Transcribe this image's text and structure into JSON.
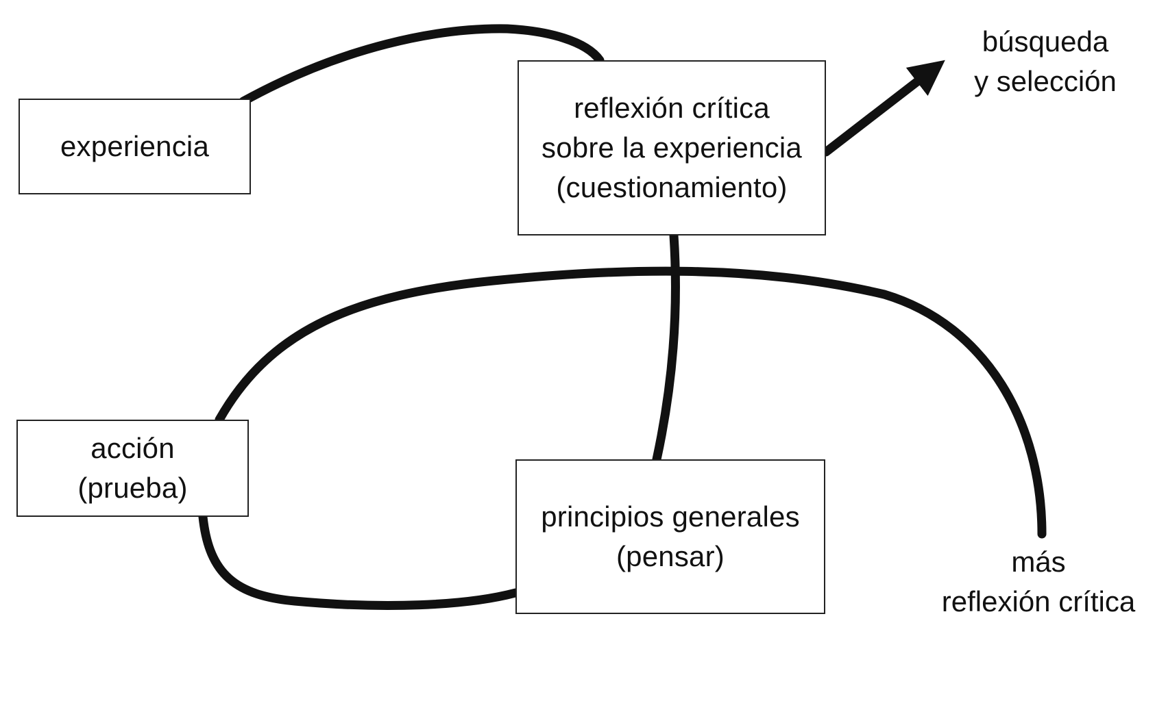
{
  "diagram": {
    "nodes": {
      "experiencia": {
        "lines": [
          "experiencia"
        ]
      },
      "reflexion": {
        "lines": [
          "reflexión crítica",
          "sobre la experiencia",
          "(cuestionamiento)"
        ]
      },
      "accion": {
        "lines": [
          "acción",
          "(prueba)"
        ]
      },
      "principios": {
        "lines": [
          "principios generales",
          "(pensar)"
        ]
      }
    },
    "labels": {
      "busqueda": {
        "lines": [
          "búsqueda",
          "y selección"
        ]
      },
      "mas_reflexion": {
        "lines": [
          "más",
          "reflexión crítica"
        ]
      }
    },
    "edges": [
      {
        "from": "experiencia",
        "to": "reflexion"
      },
      {
        "from": "reflexion",
        "to": "búsqueda y selección",
        "arrow": true
      },
      {
        "from": "reflexion",
        "to": "principios"
      },
      {
        "from": "accion",
        "to": "más reflexión crítica"
      },
      {
        "from": "accion",
        "to": "principios"
      }
    ],
    "colors": {
      "stroke": "#111111",
      "box_border": "#222222",
      "background": "#ffffff"
    }
  }
}
